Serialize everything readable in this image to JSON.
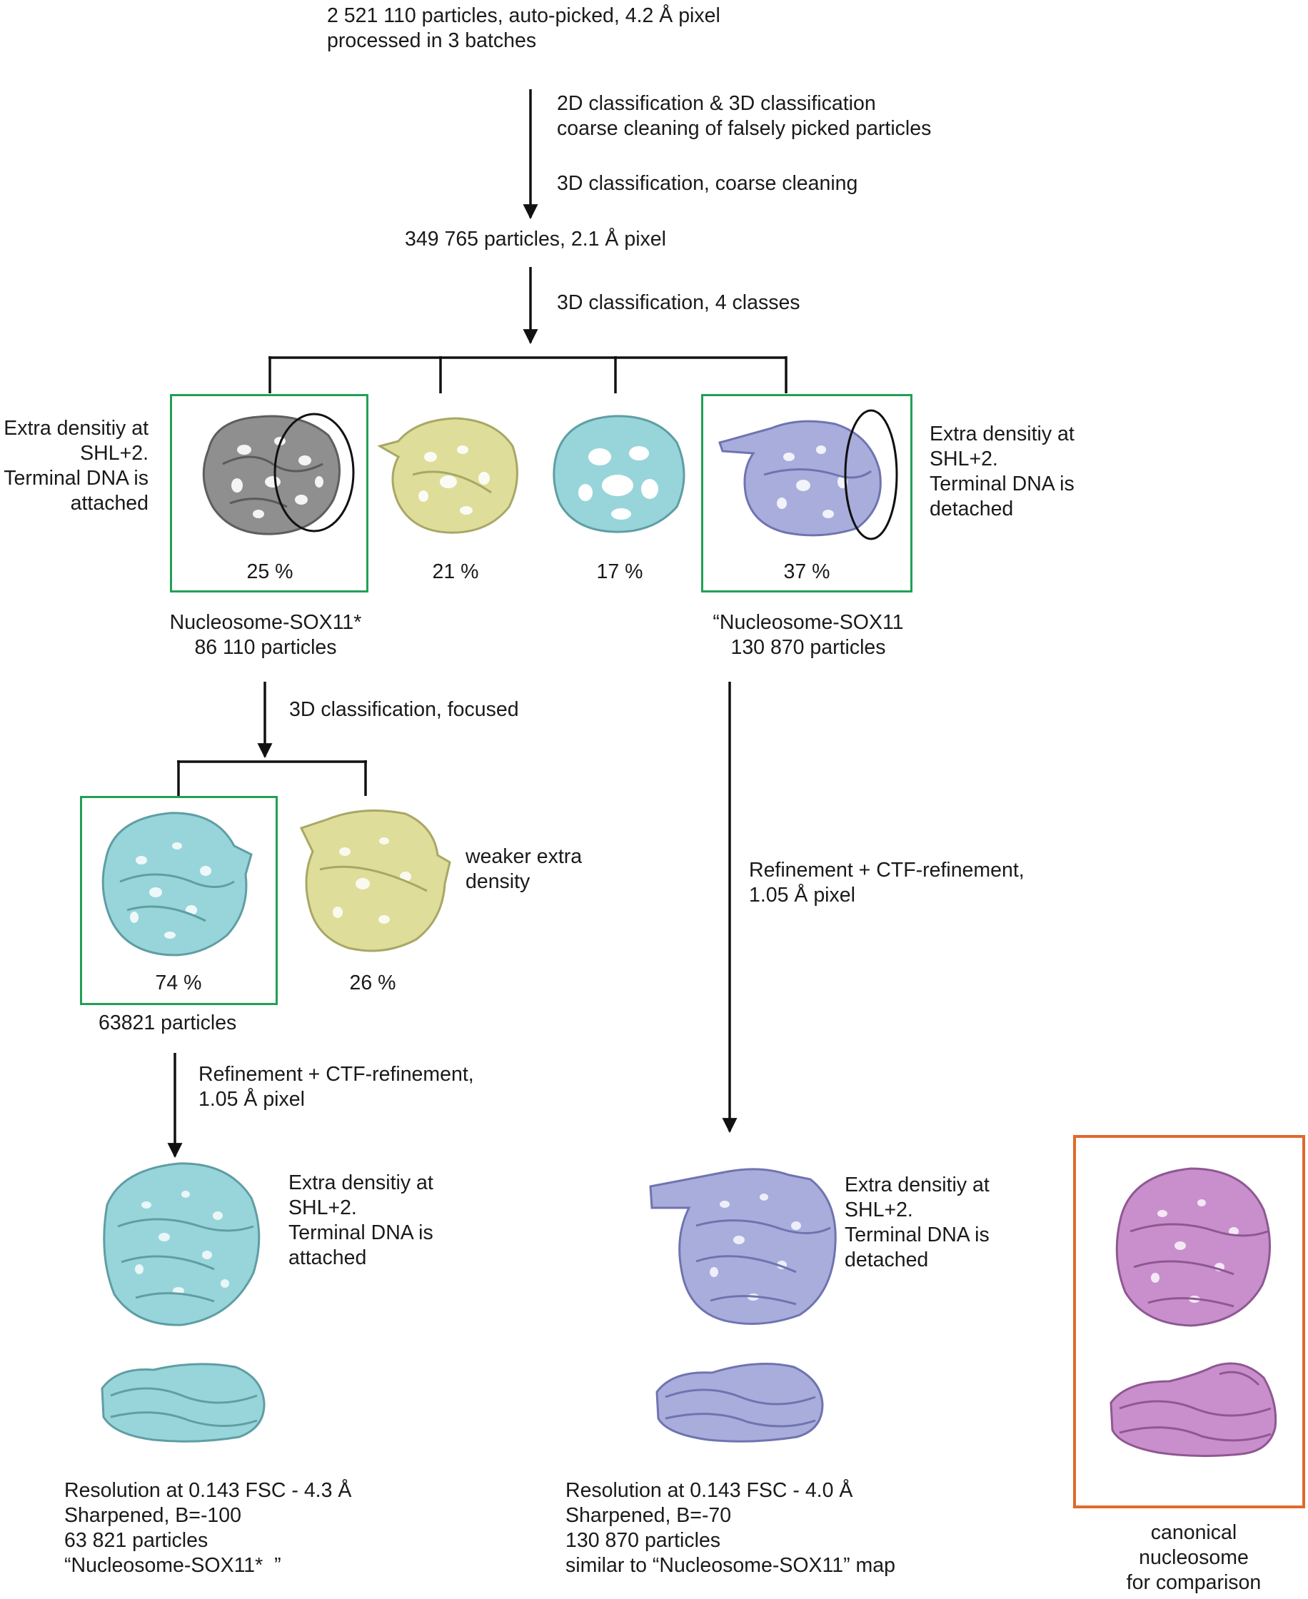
{
  "steps": {
    "input": "2 521 110 particles, auto-picked, 4.2 Å pixel\nprocessed in 3 batches",
    "step1": "2D classification & 3D classification\ncoarse cleaning of falsely picked particles",
    "step2": "3D classification, coarse cleaning",
    "after_cleaning": "349 765 particles, 2.1 Å pixel",
    "step3": "3D classification, 4 classes",
    "focused": "3D classification, focused",
    "refine_left": "Refinement + CTF-refinement,\n1.05 Å pixel",
    "refine_right": "Refinement + CTF-refinement,\n1.05 Å pixel"
  },
  "classes": {
    "c1_pct": "25 %",
    "c2_pct": "21 %",
    "c3_pct": "17 %",
    "c4_pct": "37 %",
    "note_left": "Extra densitiy at\nSHL+2.\nTerminal DNA is\nattached",
    "note_right": "Extra densitiy at\nSHL+2.\nTerminal DNA is\ndetached",
    "name_left": "Nucleosome-SOX11*\n86 110 particles",
    "name_right": "“Nucleosome-SOX11\n130 870 particles"
  },
  "subclasses": {
    "s1_pct": "74 %",
    "s2_pct": "26 %",
    "s2_note": "weaker extra\ndensity",
    "s1_count": "63821 particles"
  },
  "final": {
    "left_note": "Extra densitiy at\nSHL+2.\nTerminal DNA is\nattached",
    "right_note": "Extra densitiy at\nSHL+2.\nTerminal DNA is\ndetached",
    "left_summary": "Resolution at 0.143 FSC - 4.3 Å\nSharpened, B=-100\n63 821 particles\n“Nucleosome-SOX11*  ”",
    "right_summary": "Resolution at 0.143 FSC - 4.0 Å\nSharpened, B=-70\n130 870 particles\nsimilar to “Nucleosome-SOX11” map",
    "canonical": "canonical\nnucleosome\nfor comparison"
  },
  "colors": {
    "grey": "#8f8f8f",
    "yellow": "#dedd9a",
    "cyan": "#98d5da",
    "lavender": "#a9addc",
    "pink": "#c98fcc",
    "green_box": "#22a055",
    "orange_box": "#e06a2c"
  }
}
